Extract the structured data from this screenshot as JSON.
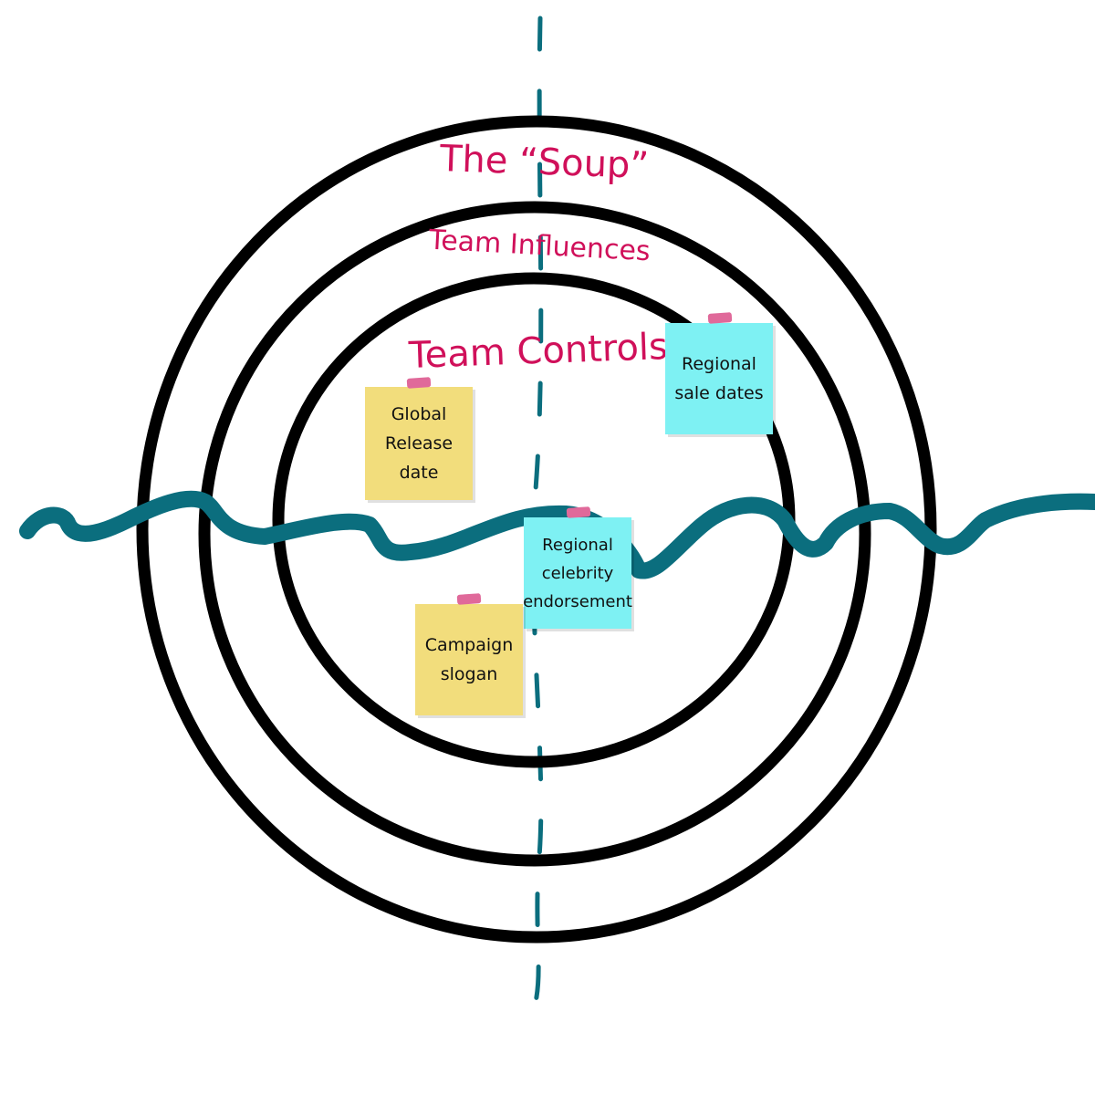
{
  "labels": {
    "soup": "The “Soup”",
    "influences": "Team Influences",
    "controls": "Team Controls"
  },
  "notes": [
    {
      "text": "Global\nRelease\ndate",
      "color": "yellow"
    },
    {
      "text": "Regional\nsale dates",
      "color": "cyan"
    },
    {
      "text": "Regional\ncelebrity\nendorsement",
      "color": "cyan"
    },
    {
      "text": "Campaign\nslogan",
      "color": "yellow"
    }
  ],
  "colors": {
    "ring": "#000000",
    "teal": "#0b6e7e",
    "label": "#d0105a",
    "yellow_note": "#f2dd7c",
    "cyan_note": "#7ef1f3",
    "tape": "#e0699a"
  }
}
